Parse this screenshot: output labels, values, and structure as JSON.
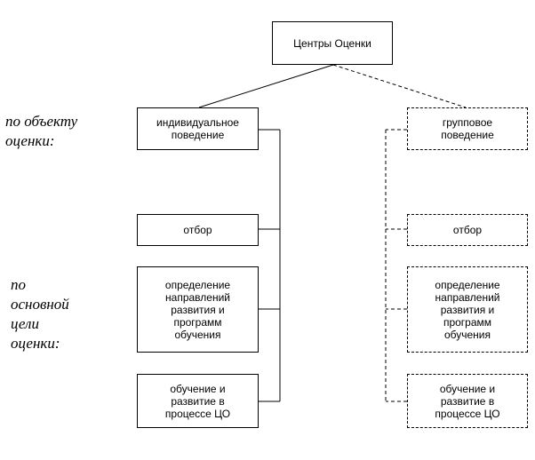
{
  "root": {
    "label": "Центры Оценки"
  },
  "side_labels": {
    "by_object": "по объекту\nоценки:",
    "by_goal": "по\nосновной\nцели\nоценки:"
  },
  "left_column": [
    {
      "label": "индивидуальное\nповедение"
    },
    {
      "label": "отбор"
    },
    {
      "label": "определение\nнаправлений\nразвития и\nпрограмм\nобучения"
    },
    {
      "label": "обучение и\nразвитие в\nпроцессе ЦО"
    }
  ],
  "right_column": [
    {
      "label": "групповое\nповедение"
    },
    {
      "label": "отбор"
    },
    {
      "label": "определение\nнаправлений\nразвития и\nпрограмм\nобучения"
    },
    {
      "label": "обучение и\nразвитие в\nпроцессе ЦО"
    }
  ]
}
